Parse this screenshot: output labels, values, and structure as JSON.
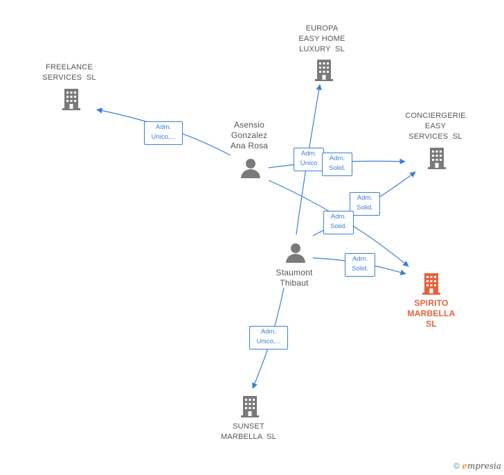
{
  "companies": {
    "europa": [
      "EUROPA",
      "EASY HOME",
      "LUXURY  SL"
    ],
    "freelance": [
      "FREELANCE",
      "SERVICES  SL"
    ],
    "conciergerie": [
      "CONCIERGERIE",
      "EASY",
      "SERVICES  SL"
    ],
    "spirito": [
      "SPIRITO",
      "MARBELLA",
      "SL"
    ],
    "sunset": [
      "SUNSET",
      "MARBELLA  SL"
    ]
  },
  "persons": {
    "asensio": [
      "Asensio",
      "Gonzalez",
      "Ana Rosa"
    ],
    "staumont": [
      "Staumont",
      "Thibaut"
    ]
  },
  "edges": {
    "asensio_freelance": [
      "Adm.",
      "Unico,..."
    ],
    "staumont_europa": [
      "Adm.",
      "Unico"
    ],
    "asensio_conciergerie": [
      "Adm.",
      "Solid."
    ],
    "staumont_conciergerie": [
      "Adm.",
      "Solid."
    ],
    "asensio_spirito": [
      "Adm.",
      "Solid."
    ],
    "staumont_spirito": [
      "Adm.",
      "Solid."
    ],
    "staumont_sunset": [
      "Adm.",
      "Unico,..."
    ]
  },
  "colors": {
    "edge": "#3b7fd0",
    "company_icon": "#7a7a7a",
    "main_company_icon": "#e8603a",
    "person_icon": "#7a7a7a"
  },
  "icons": {
    "company": "building-icon",
    "person": "person-icon"
  },
  "footer": {
    "copyright_symbol": "©",
    "brand_initial": "e",
    "brand_rest": "mpresia"
  }
}
